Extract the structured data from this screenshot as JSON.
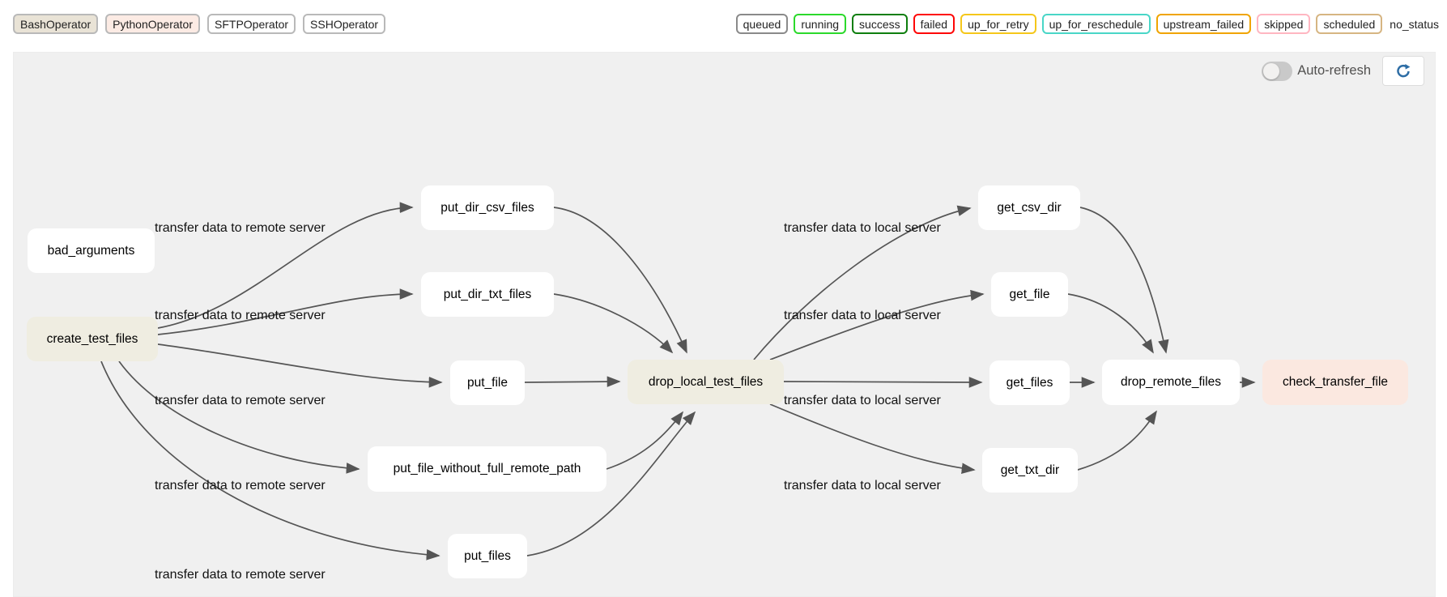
{
  "operator_legend": [
    {
      "label": "BashOperator",
      "fill": "#e9e3d6",
      "border": "#b9b9b9"
    },
    {
      "label": "PythonOperator",
      "fill": "#fcebe4",
      "border": "#b9b9b9"
    },
    {
      "label": "SFTPOperator",
      "fill": "#ffffff",
      "border": "#b9b9b9"
    },
    {
      "label": "SSHOperator",
      "fill": "#ffffff",
      "border": "#b9b9b9"
    }
  ],
  "state_legend": [
    {
      "label": "queued",
      "color": "#8a8a8a"
    },
    {
      "label": "running",
      "color": "#2bd92b"
    },
    {
      "label": "success",
      "color": "#0e7e0e"
    },
    {
      "label": "failed",
      "color": "#fe0707"
    },
    {
      "label": "up_for_retry",
      "color": "#f5c71a"
    },
    {
      "label": "up_for_reschedule",
      "color": "#49d6c7"
    },
    {
      "label": "upstream_failed",
      "color": "#f0a400"
    },
    {
      "label": "skipped",
      "color": "#ffb6c1"
    },
    {
      "label": "scheduled",
      "color": "#d6b582"
    },
    {
      "label": "no_status",
      "color": "transparent"
    }
  ],
  "toolbar": {
    "auto_refresh_label": "Auto-refresh",
    "refresh_icon": "refresh-icon"
  },
  "colors": {
    "success_border": "#0f7b0f",
    "failed_border": "#ee1111",
    "edge": "#555555",
    "canvas_bg": "#f0f0f0",
    "refresh_icon": "#2d6da5"
  },
  "graph": {
    "nodes": [
      {
        "label": "bad_arguments",
        "state": "failed",
        "fill": "#ffffff",
        "border": "#ee1111"
      },
      {
        "label": "create_test_files",
        "state": "success",
        "fill": "#efede1",
        "border": "#0f7b0f"
      },
      {
        "label": "put_dir_csv_files",
        "state": "success",
        "fill": "#ffffff",
        "border": "#0f7b0f"
      },
      {
        "label": "put_dir_txt_files",
        "state": "success",
        "fill": "#ffffff",
        "border": "#0f7b0f"
      },
      {
        "label": "put_file",
        "state": "success",
        "fill": "#ffffff",
        "border": "#0f7b0f"
      },
      {
        "label": "put_file_without_full_remote_path",
        "state": "success",
        "fill": "#ffffff",
        "border": "#0f7b0f"
      },
      {
        "label": "put_files",
        "state": "success",
        "fill": "#ffffff",
        "border": "#0f7b0f"
      },
      {
        "label": "drop_local_test_files",
        "state": "success",
        "fill": "#efede1",
        "border": "#0f7b0f"
      },
      {
        "label": "get_csv_dir",
        "state": "success",
        "fill": "#ffffff",
        "border": "#0f7b0f"
      },
      {
        "label": "get_file",
        "state": "success",
        "fill": "#ffffff",
        "border": "#0f7b0f"
      },
      {
        "label": "get_files",
        "state": "success",
        "fill": "#ffffff",
        "border": "#0f7b0f"
      },
      {
        "label": "get_txt_dir",
        "state": "success",
        "fill": "#ffffff",
        "border": "#0f7b0f"
      },
      {
        "label": "drop_remote_files",
        "state": "success",
        "fill": "#ffffff",
        "border": "#0f7b0f"
      },
      {
        "label": "check_transfer_file",
        "state": "success",
        "fill": "#fbe8e0",
        "border": "#0f7b0f"
      }
    ],
    "edge_labels": {
      "remote": "transfer data to remote server",
      "local": "transfer data to local server"
    }
  }
}
